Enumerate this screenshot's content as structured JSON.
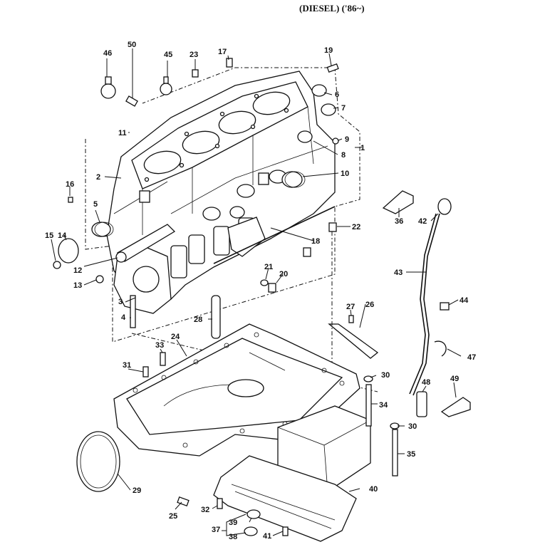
{
  "header": {
    "title": "(DIESEL) ('86~)"
  },
  "callouts": [
    "1",
    "2",
    "3",
    "4",
    "5",
    "6",
    "7",
    "8",
    "9",
    "10",
    "11",
    "12",
    "13",
    "14",
    "15",
    "16",
    "17",
    "18",
    "19",
    "20",
    "21",
    "22",
    "23",
    "24",
    "25",
    "26",
    "27",
    "28",
    "29",
    "30",
    "31",
    "32",
    "33",
    "34",
    "35",
    "36",
    "37",
    "38",
    "39",
    "40",
    "41",
    "42",
    "43",
    "44",
    "45",
    "46",
    "47",
    "48",
    "49",
    "50"
  ],
  "callout_30_repeat": "30"
}
